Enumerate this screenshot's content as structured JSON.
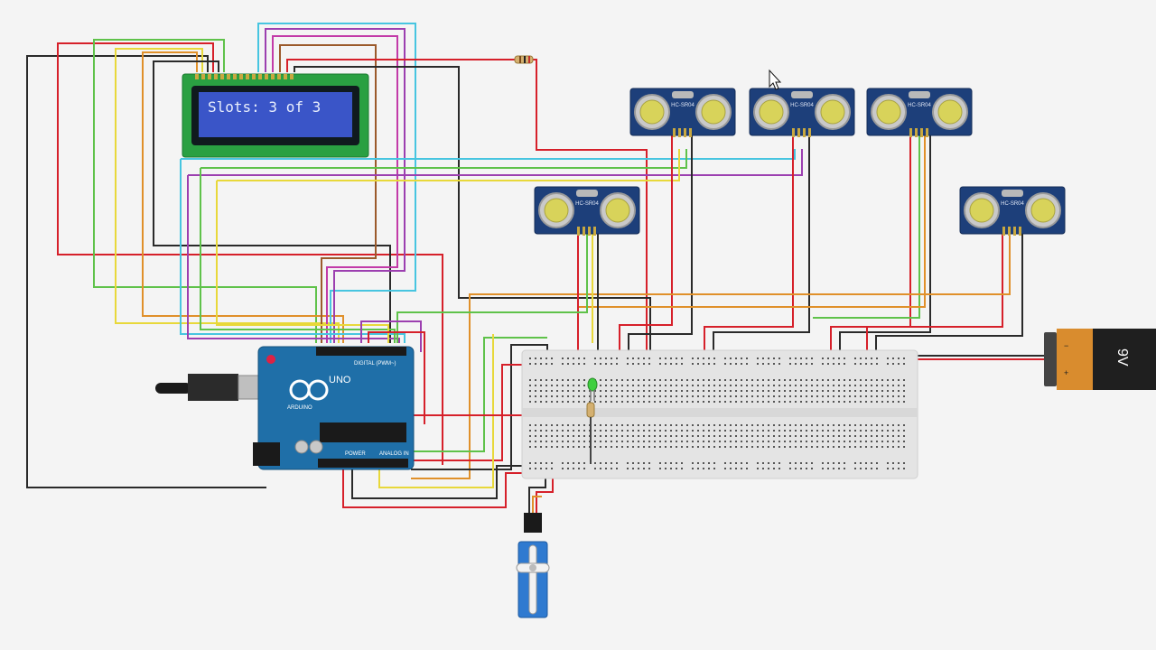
{
  "lcd": {
    "text": "Slots: 3 of 3"
  },
  "sensors": [
    {
      "label": "HC-SR04"
    },
    {
      "label": "HC-SR04"
    },
    {
      "label": "HC-SR04"
    },
    {
      "label": "HC-SR04"
    },
    {
      "label": "HC-SR04"
    }
  ],
  "arduino": {
    "model": "UNO",
    "brand": "ARDUINO",
    "digital_label": "DIGITAL (PWM~)",
    "power_label": "POWER",
    "analog_label": "ANALOG IN"
  },
  "battery": {
    "label": "9V",
    "plus": "+",
    "minus": "−"
  },
  "colors": {
    "background": "#f4f4f4",
    "arduino": "#1f6fa8",
    "lcd_board": "#2aa042",
    "lcd_screen": "#3a55c8",
    "sensor_board": "#1d3f7a",
    "battery_body": "#d98c2e",
    "wire_red": "#d6202a",
    "wire_black": "#2a2a2a",
    "wire_green": "#5fc24a",
    "wire_yellow": "#e8d83a",
    "wire_orange": "#e0902a",
    "wire_purple": "#9c3fb0",
    "wire_cyan": "#47c5e0",
    "wire_brown": "#9b5a2b",
    "wire_magenta": "#c23aa8"
  },
  "icons": [
    "mouse-cursor-icon",
    "usb-plug-icon",
    "led-icon",
    "resistor-icon",
    "servo-motor-icon"
  ]
}
